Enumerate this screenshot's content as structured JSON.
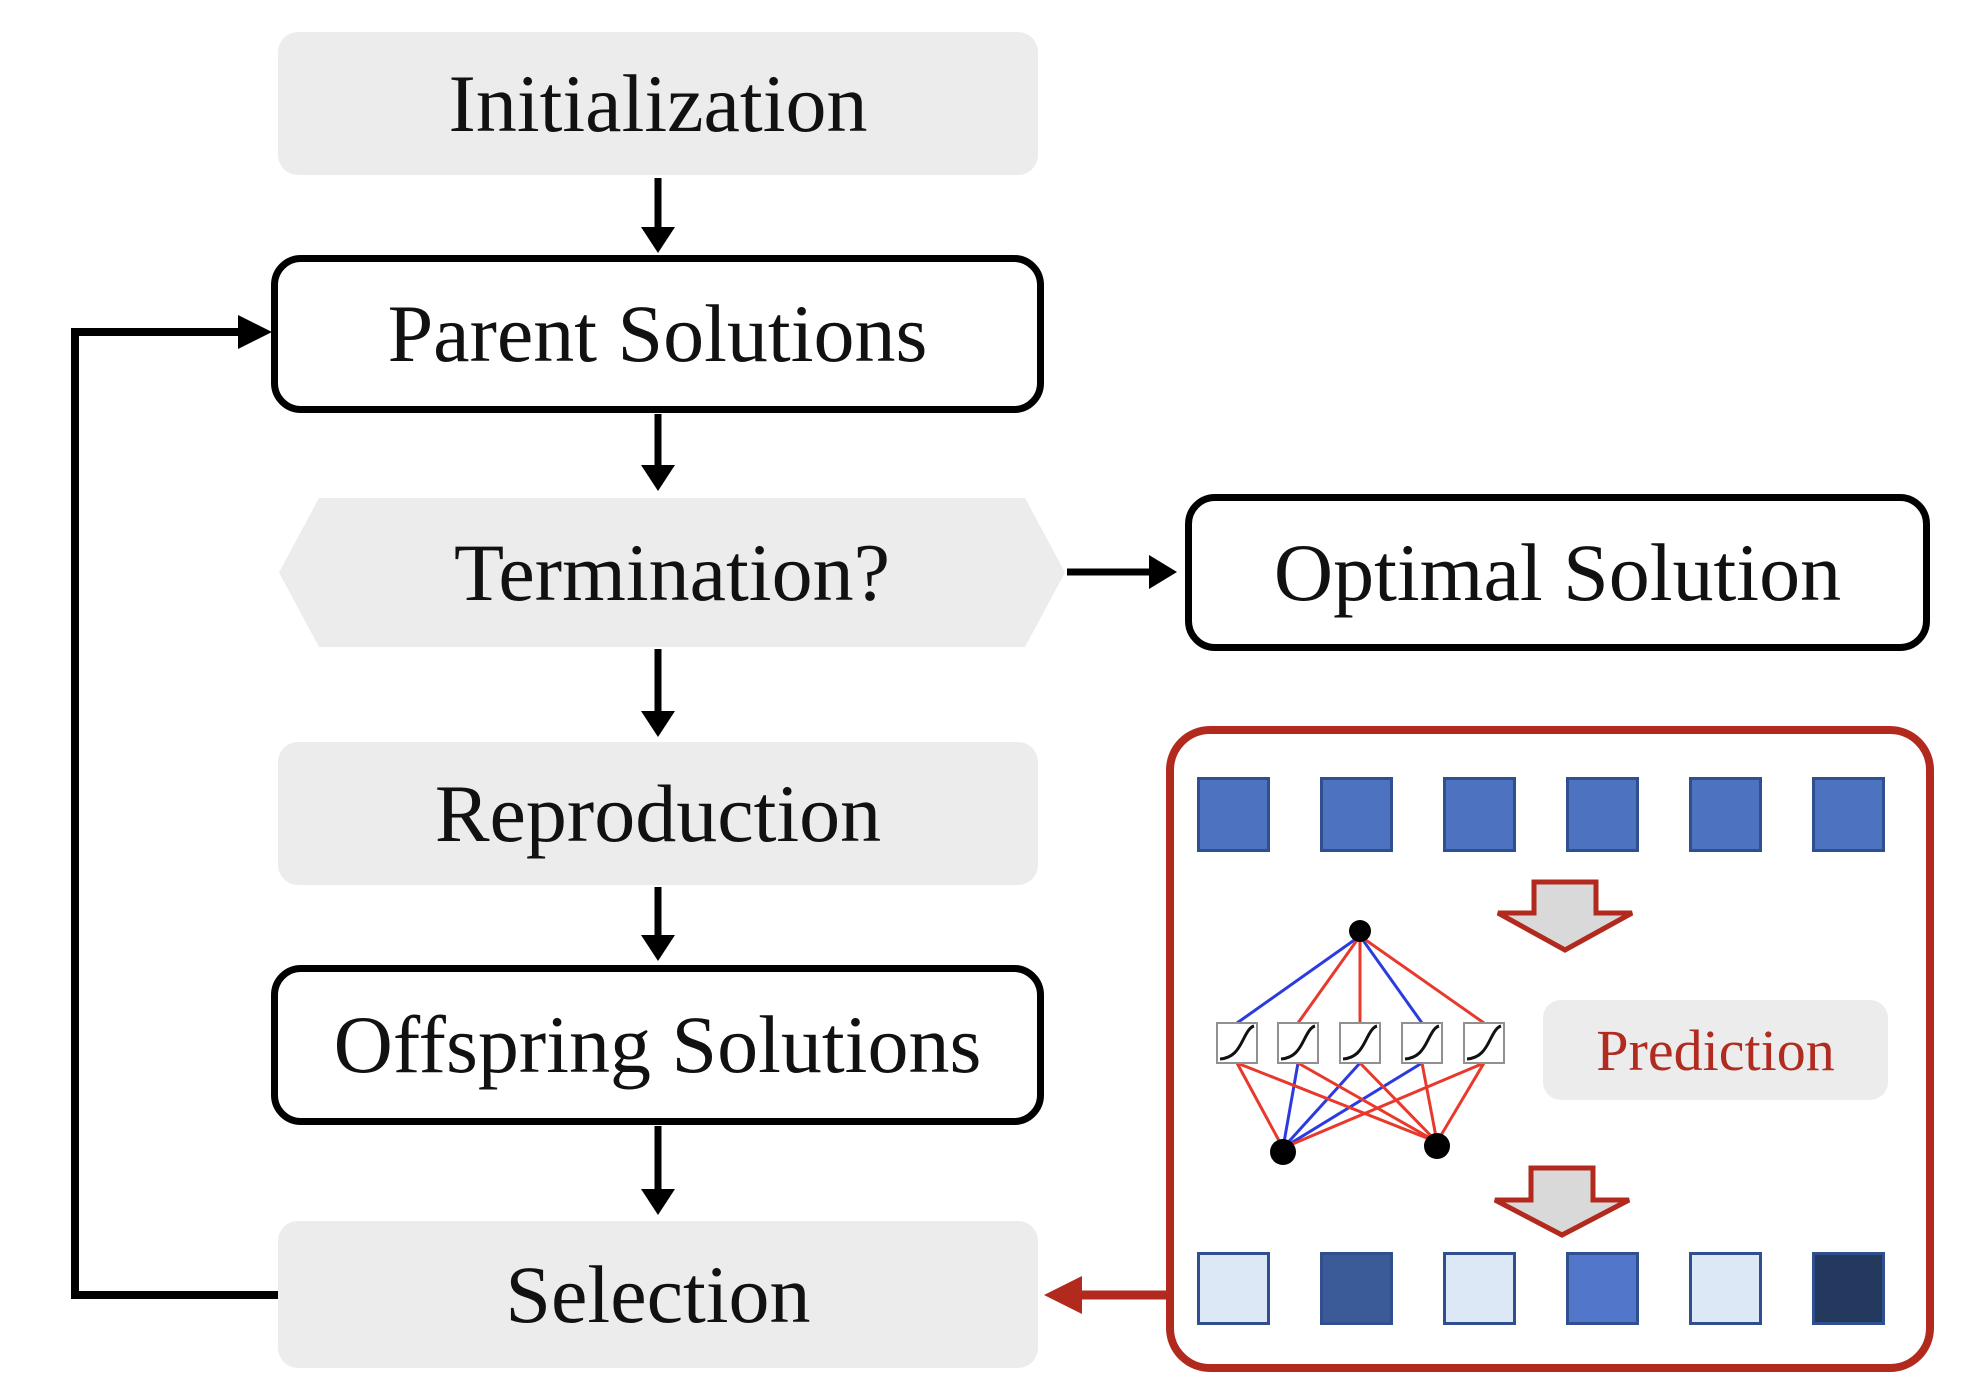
{
  "figure": {
    "description": "Flowchart of an evolutionary algorithm with surrogate-model prediction panel"
  },
  "colors": {
    "node_gray": "#ececec",
    "outline_black": "#000000",
    "flow_line_black": "#000000",
    "accent_red": "#b2291d",
    "edge_red": "#e8392c",
    "edge_blue": "#2b3be0",
    "block_arrow_fill": "#d9d9d9",
    "square_blue": "#4c72c0",
    "square_blue_border": "#2f4f8f",
    "square_light": "#dce8f5",
    "square_mid_dark": "#3b5b98",
    "square_mid": "#5277ca",
    "square_navy": "#23395e",
    "prediction_text": "#b02b20",
    "nn_node_black": "#000000",
    "activation_box_border": "#909090"
  },
  "flow": {
    "initialization": {
      "label": "Initialization"
    },
    "parent": {
      "label": "Parent Solutions"
    },
    "termination": {
      "label": "Termination?"
    },
    "optimal": {
      "label": "Optimal Solution"
    },
    "reproduction": {
      "label": "Reproduction"
    },
    "offspring": {
      "label": "Offspring Solutions"
    },
    "selection": {
      "label": "Selection"
    }
  },
  "panel": {
    "prediction_label": "Prediction",
    "top_squares": [
      "#4c72c0",
      "#4c72c0",
      "#4c72c0",
      "#4c72c0",
      "#4c72c0",
      "#4c72c0"
    ],
    "bottom_squares": [
      "#dce8f5",
      "#3b5b98",
      "#dce8f5",
      "#5277ca",
      "#dce8f5",
      "#23395e"
    ],
    "nn": {
      "top_edge_colors": [
        "#2b3be0",
        "#e8392c",
        "#e8392c",
        "#2b3be0",
        "#e8392c"
      ],
      "left_edge_colors": [
        "#e8392c",
        "#2b3be0",
        "#2b3be0",
        "#2b3be0",
        "#e8392c"
      ],
      "right_edge_colors": [
        "#e8392c",
        "#e8392c",
        "#e8392c",
        "#e8392c",
        "#e8392c"
      ]
    }
  }
}
